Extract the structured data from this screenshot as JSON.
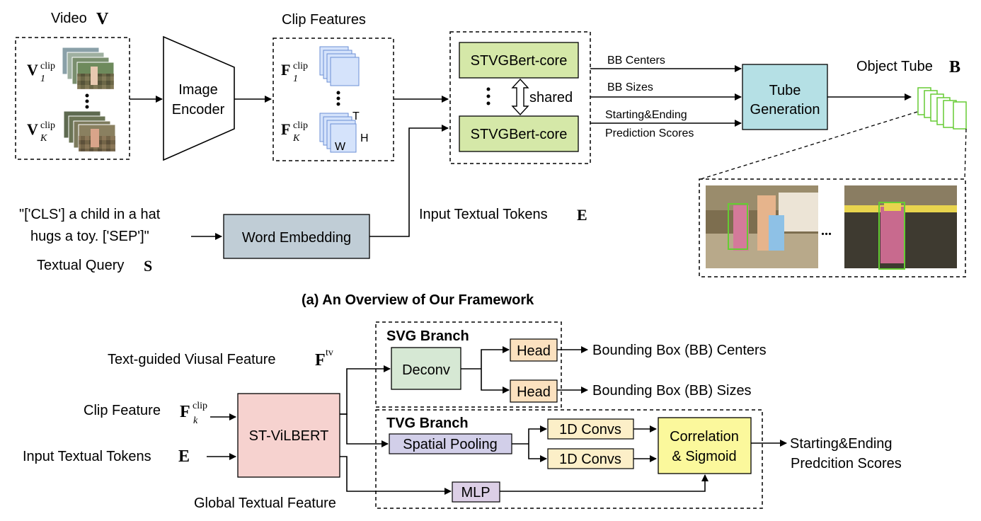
{
  "colors": {
    "stvgbert": "#d5e8a8",
    "tube": "#b5e0e5",
    "word_embedding": "#c0cdd6",
    "deconv": "#d6e8d4",
    "head": "#fbe1bf",
    "convs": "#fcefc8",
    "correlation": "#fbf89c",
    "st_vilbert": "#f6d2cf",
    "spatial_pooling": "#d2cfe9",
    "mlp": "#dccfe6",
    "tube_boxes": "#66cc33",
    "feature_cube": "#d5e3fb"
  },
  "overview": {
    "video_label": "Video",
    "video_symbol": "V",
    "clip_first": {
      "base": "V",
      "sup": "clip",
      "sub": "1"
    },
    "clip_last": {
      "base": "V",
      "sup": "clip",
      "sub": "K"
    },
    "encoder_line1": "Image",
    "encoder_line2": "Encoder",
    "clip_features_label": "Clip Features",
    "feat_first": {
      "base": "F",
      "sup": "clip",
      "sub": "1"
    },
    "feat_last": {
      "base": "F",
      "sup": "clip",
      "sub": "K"
    },
    "dim_t": "T",
    "dim_h": "H",
    "dim_w": "W",
    "stvgbert_top": "STVGBert-core",
    "stvgbert_bottom": "STVGBert-core",
    "shared_label": "shared",
    "bb_centers_label": "BB Centers",
    "bb_sizes_label": "BB Sizes",
    "scores_line1": "Starting&Ending",
    "scores_line2": "Prediction Scores",
    "tube_line1": "Tube",
    "tube_line2": "Generation",
    "object_tube_label": "Object Tube",
    "object_tube_symbol": "B",
    "query_line1": "\"['CLS'] a child in a hat",
    "query_line2": "hugs a toy. ['SEP']\"",
    "textual_query_label": "Textual Query",
    "textual_query_symbol": "S",
    "word_embedding_label": "Word Embedding",
    "input_tokens_label": "Input Textual Tokens",
    "input_tokens_symbol": "E",
    "ellipsis": "..."
  },
  "caption": "(a) An Overview of Our Framework",
  "detail": {
    "text_guided_label": "Text-guided Viusal Feature",
    "text_guided_symbol": {
      "base": "F",
      "sup": "tv"
    },
    "clip_feature_label": "Clip Feature",
    "clip_feature_symbol": {
      "base": "F",
      "sup": "clip",
      "sub": "k"
    },
    "input_tokens_label": "Input Textual Tokens",
    "input_tokens_symbol": "E",
    "global_textual_label": "Global Textual Feature",
    "st_vilbert_label": "ST-ViLBERT",
    "svg_branch_title": "SVG Branch",
    "deconv_label": "Deconv",
    "head_label_1": "Head",
    "head_label_2": "Head",
    "bb_centers_out": "Bounding Box (BB) Centers",
    "bb_sizes_out": "Bounding Box (BB) Sizes",
    "tvg_branch_title": "TVG Branch",
    "spatial_pooling_label": "Spatial Pooling",
    "conv_label_1": "1D Convs",
    "conv_label_2": "1D Convs",
    "correlation_line1": "Correlation",
    "correlation_line2": "& Sigmoid",
    "mlp_label": "MLP",
    "scores_out_line1": "Starting&Ending",
    "scores_out_line2": "Predcition Scores"
  }
}
